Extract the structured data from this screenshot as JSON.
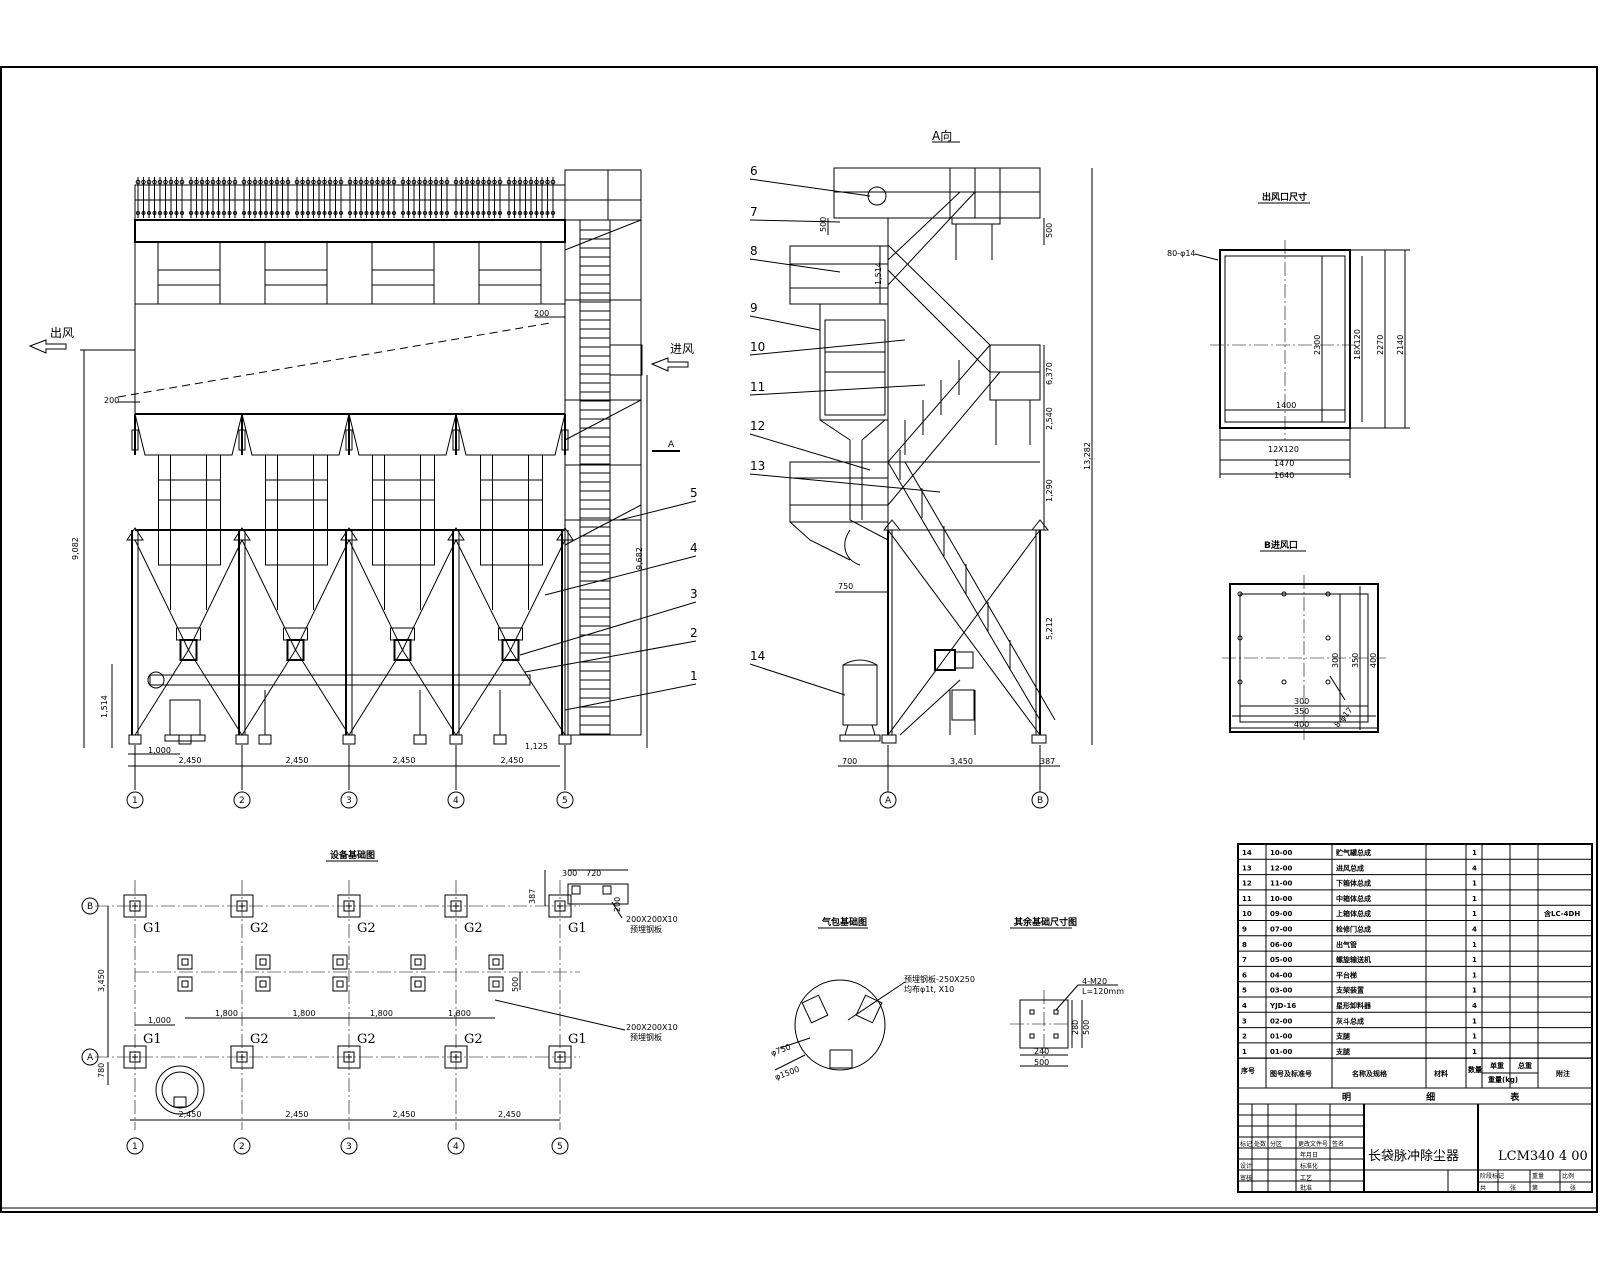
{
  "main_view": {
    "label_out": "出风",
    "label_in": "进风",
    "section_marker": "A",
    "dims": {
      "d200a": "200",
      "d200b": "200",
      "height_total": "9,082",
      "height_right": "9,682",
      "height_base": "1,514",
      "d1000": "1,000",
      "d1125": "1,125",
      "spans": [
        "2,450",
        "2,450",
        "2,450",
        "2,450"
      ]
    },
    "axes": [
      "1",
      "2",
      "3",
      "4",
      "5"
    ],
    "callouts": [
      "5",
      "4",
      "3",
      "2",
      "1"
    ]
  },
  "side_view": {
    "title": "A向",
    "callouts": [
      "6",
      "7",
      "8",
      "9",
      "10",
      "11",
      "12",
      "13",
      "14"
    ],
    "dims": {
      "d500a": "500",
      "d500b": "500",
      "d6370": "6,370",
      "d2540": "2,540",
      "d13282": "13,282",
      "d1290": "1,290",
      "d5212": "5,212",
      "d750": "750",
      "d700": "700",
      "d3450": "3,450",
      "d387": "387",
      "d1514": "1,514"
    },
    "axes": [
      "A",
      "B"
    ]
  },
  "detail_outlet": {
    "title": "出风口尺寸",
    "note": "80-φ14",
    "dims": [
      "2300",
      "18X120",
      "2270",
      "2140",
      "1400",
      "12X120",
      "1470",
      "1640"
    ]
  },
  "detail_inlet": {
    "title": "B进风口",
    "note": "8-φ17",
    "dims": [
      "300",
      "350",
      "400",
      "300",
      "350",
      "400"
    ]
  },
  "foundation_plan": {
    "title": "设备基础图",
    "columns_top": [
      "G1",
      "G2",
      "G2",
      "G2",
      "G1"
    ],
    "columns_bottom": [
      "G1",
      "G2",
      "G2",
      "G2",
      "G1"
    ],
    "rows": [
      "B",
      "A"
    ],
    "axes": [
      "1",
      "2",
      "3",
      "4",
      "5"
    ],
    "dims": {
      "d3450": "3,450",
      "d1000": "1,000",
      "d780": "780",
      "d387": "387",
      "d300": "300",
      "d720": "720",
      "d200": "200",
      "d500": "500",
      "mid_spans": [
        "1,800",
        "1,800",
        "1,800",
        "1,800"
      ],
      "spans": [
        "2,450",
        "2,450",
        "2,450",
        "2,450"
      ]
    },
    "notes": [
      "200X200X10",
      "预埋钢板",
      "200X200X10",
      "预埋钢板"
    ]
  },
  "tank_foundation": {
    "title": "气包基础图",
    "note1": "预埋钢板-250X250",
    "note2": "均布φ1t, X10",
    "dims": [
      "φ750",
      "φ1500"
    ]
  },
  "bolt_foundation": {
    "title": "其余基础尺寸图",
    "note1": "4-M20",
    "note2": "L=120mm",
    "dims": [
      "280",
      "500",
      "240",
      "500"
    ]
  },
  "parts_table": {
    "rows": [
      {
        "no": "14",
        "code": "10-00",
        "name": "贮气罐总成",
        "qty": "1",
        "note": ""
      },
      {
        "no": "13",
        "code": "12-00",
        "name": "进风总成",
        "qty": "4",
        "note": ""
      },
      {
        "no": "12",
        "code": "11-00",
        "name": "下箱体总成",
        "qty": "1",
        "note": ""
      },
      {
        "no": "11",
        "code": "10-00",
        "name": "中箱体总成",
        "qty": "1",
        "note": ""
      },
      {
        "no": "10",
        "code": "09-00",
        "name": "上箱体总成",
        "qty": "1",
        "note": "含LC-4DH"
      },
      {
        "no": "9",
        "code": "07-00",
        "name": "检修门总成",
        "qty": "4",
        "note": ""
      },
      {
        "no": "8",
        "code": "06-00",
        "name": "出气管",
        "qty": "1",
        "note": ""
      },
      {
        "no": "7",
        "code": "05-00",
        "name": "螺旋输送机",
        "qty": "1",
        "note": ""
      },
      {
        "no": "6",
        "code": "04-00",
        "name": "平台梯",
        "qty": "1",
        "note": ""
      },
      {
        "no": "5",
        "code": "03-00",
        "name": "支架装置",
        "qty": "1",
        "note": ""
      },
      {
        "no": "4",
        "code": "YJD-16",
        "name": "星形卸料器",
        "qty": "4",
        "note": ""
      },
      {
        "no": "3",
        "code": "02-00",
        "name": "灰斗总成",
        "qty": "1",
        "note": ""
      },
      {
        "no": "2",
        "code": "01-00",
        "name": "支腿",
        "qty": "1",
        "note": ""
      },
      {
        "no": "1",
        "code": "01-00",
        "name": "支腿",
        "qty": "1",
        "note": ""
      }
    ],
    "header": {
      "no": "序号",
      "code": "图号及标准号",
      "name": "名称及规格",
      "material": "材料",
      "qty": "数量",
      "single": "单重",
      "total": "总重",
      "weight": "重量(kg)",
      "note": "附注"
    },
    "footer": "明 细 表"
  },
  "title_block": {
    "product": "长袋脉冲除尘器",
    "drawing_no": "LCM340 4 00",
    "small_labels": [
      "标记",
      "处数",
      "分区",
      "更改文件号",
      "签名",
      "年月日",
      "设计",
      "标准化",
      "审核",
      "工艺",
      "批准",
      "阶段标记",
      "重量",
      "比例",
      "共",
      "张",
      "第",
      "张"
    ]
  }
}
